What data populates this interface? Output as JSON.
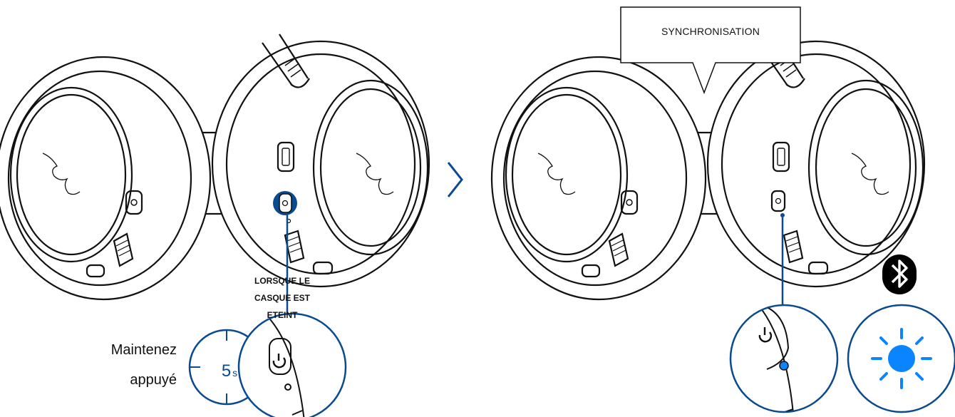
{
  "step1": {
    "condition_lines": [
      "LORSQUE LE",
      "CASQUE EST",
      "ETEINT"
    ],
    "instruction_lines": [
      "Maintenez",
      "appuyé"
    ],
    "hold_time_value": "5",
    "hold_time_unit": "s"
  },
  "step2": {
    "callout_label": "SYNCHRONISATION",
    "bluetooth_icon": "bluetooth-icon",
    "light_icon": "led-light-burst-icon"
  },
  "arrow_icon": "chevron-right-icon",
  "colors": {
    "accent_blue": "#0a4a8f",
    "led_blue": "#0a84ff",
    "line": "#111111"
  }
}
